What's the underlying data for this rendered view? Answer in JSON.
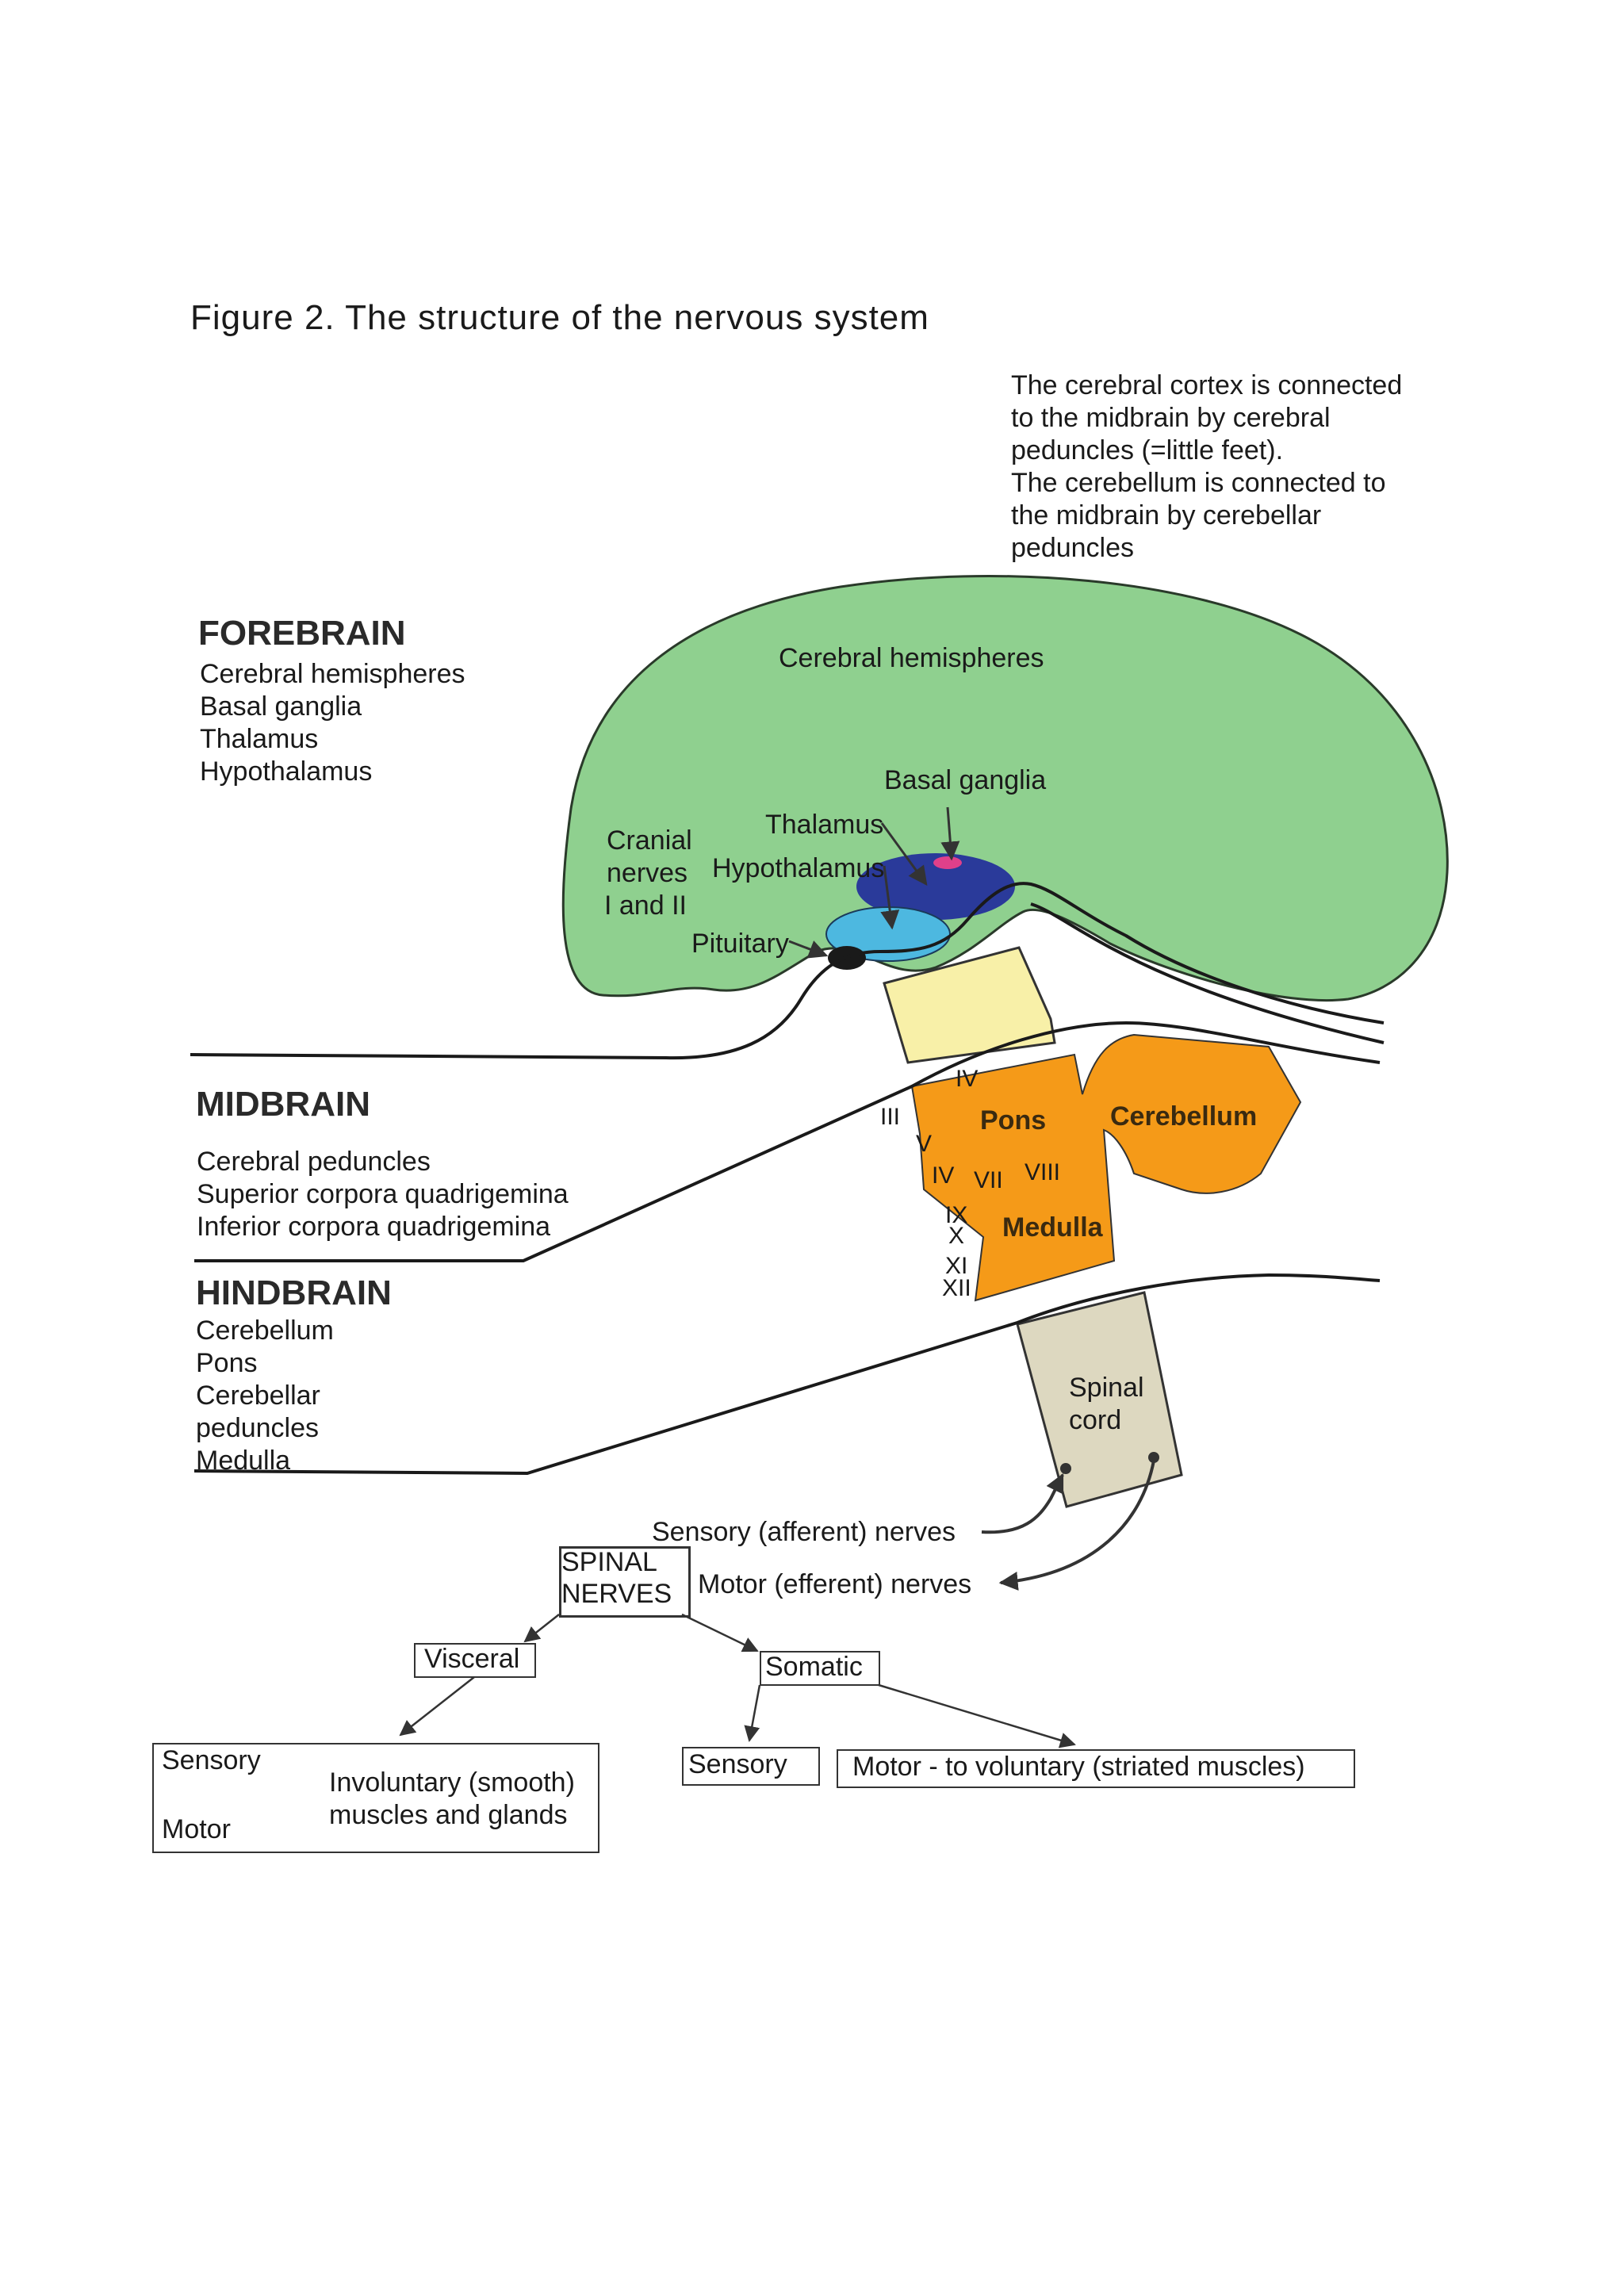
{
  "title": "Figure 2.   The structure of the nervous system",
  "note": {
    "lines": [
      "The cerebral cortex is connected",
      "to the midbrain by cerebral",
      "peduncles (=little feet).",
      "The cerebellum is connected to",
      "the midbrain by cerebellar",
      "peduncles"
    ]
  },
  "forebrain": {
    "heading": "FOREBRAIN",
    "items": [
      "Cerebral hemispheres",
      "Basal ganglia",
      "Thalamus",
      "Hypothalamus"
    ]
  },
  "midbrain": {
    "heading": "MIDBRAIN",
    "items": [
      "Cerebral peduncles",
      "Superior corpora quadrigemina",
      "Inferior corpora quadrigemina"
    ]
  },
  "hindbrain": {
    "heading": "HINDBRAIN",
    "items": [
      "Cerebellum",
      "Pons",
      "Cerebellar",
      "peduncles",
      "Medulla"
    ]
  },
  "brain_labels": {
    "cerebral_hemispheres": "Cerebral hemispheres",
    "basal_ganglia": "Basal ganglia",
    "thalamus": "Thalamus",
    "hypothalamus": "Hypothalamus",
    "cranial_1": "Cranial",
    "cranial_2": "nerves",
    "cranial_3": "I and II",
    "pituitary": "Pituitary",
    "pons": "Pons",
    "cerebellum": "Cerebellum",
    "medulla": "Medulla",
    "spinal_1": "Spinal",
    "spinal_2": "cord"
  },
  "cranial_nerves": {
    "iii": "III",
    "iv_top": "IV",
    "v": "V",
    "iv": "IV",
    "vii": "VII",
    "viii": "VIII",
    "ix": "IX",
    "x": "X",
    "xi": "XI",
    "xii": "XII"
  },
  "spinal": {
    "sensory_nerves": "Sensory (afferent) nerves",
    "motor_nerves": "Motor (efferent) nerves",
    "box_1": "SPINAL",
    "box_2": "NERVES",
    "visceral": "Visceral",
    "somatic": "Somatic",
    "visceral_sensory": "Sensory",
    "visceral_motor": "Motor",
    "involuntary_1": "Involuntary (smooth)",
    "involuntary_2": "muscles and glands",
    "somatic_sensory": "Sensory",
    "somatic_motor": "Motor - to voluntary (striated muscles)"
  },
  "colors": {
    "cerebrum": "#8fd08f",
    "thalamus": "#2a3a9a",
    "hypothalamus": "#4db8e0",
    "basal_ganglia": "#e0408a",
    "pituitary": "#1a1a1a",
    "midbrain": "#f8f0a8",
    "hindbrain": "#f59a18",
    "spinal_cord": "#ddd8c0"
  }
}
